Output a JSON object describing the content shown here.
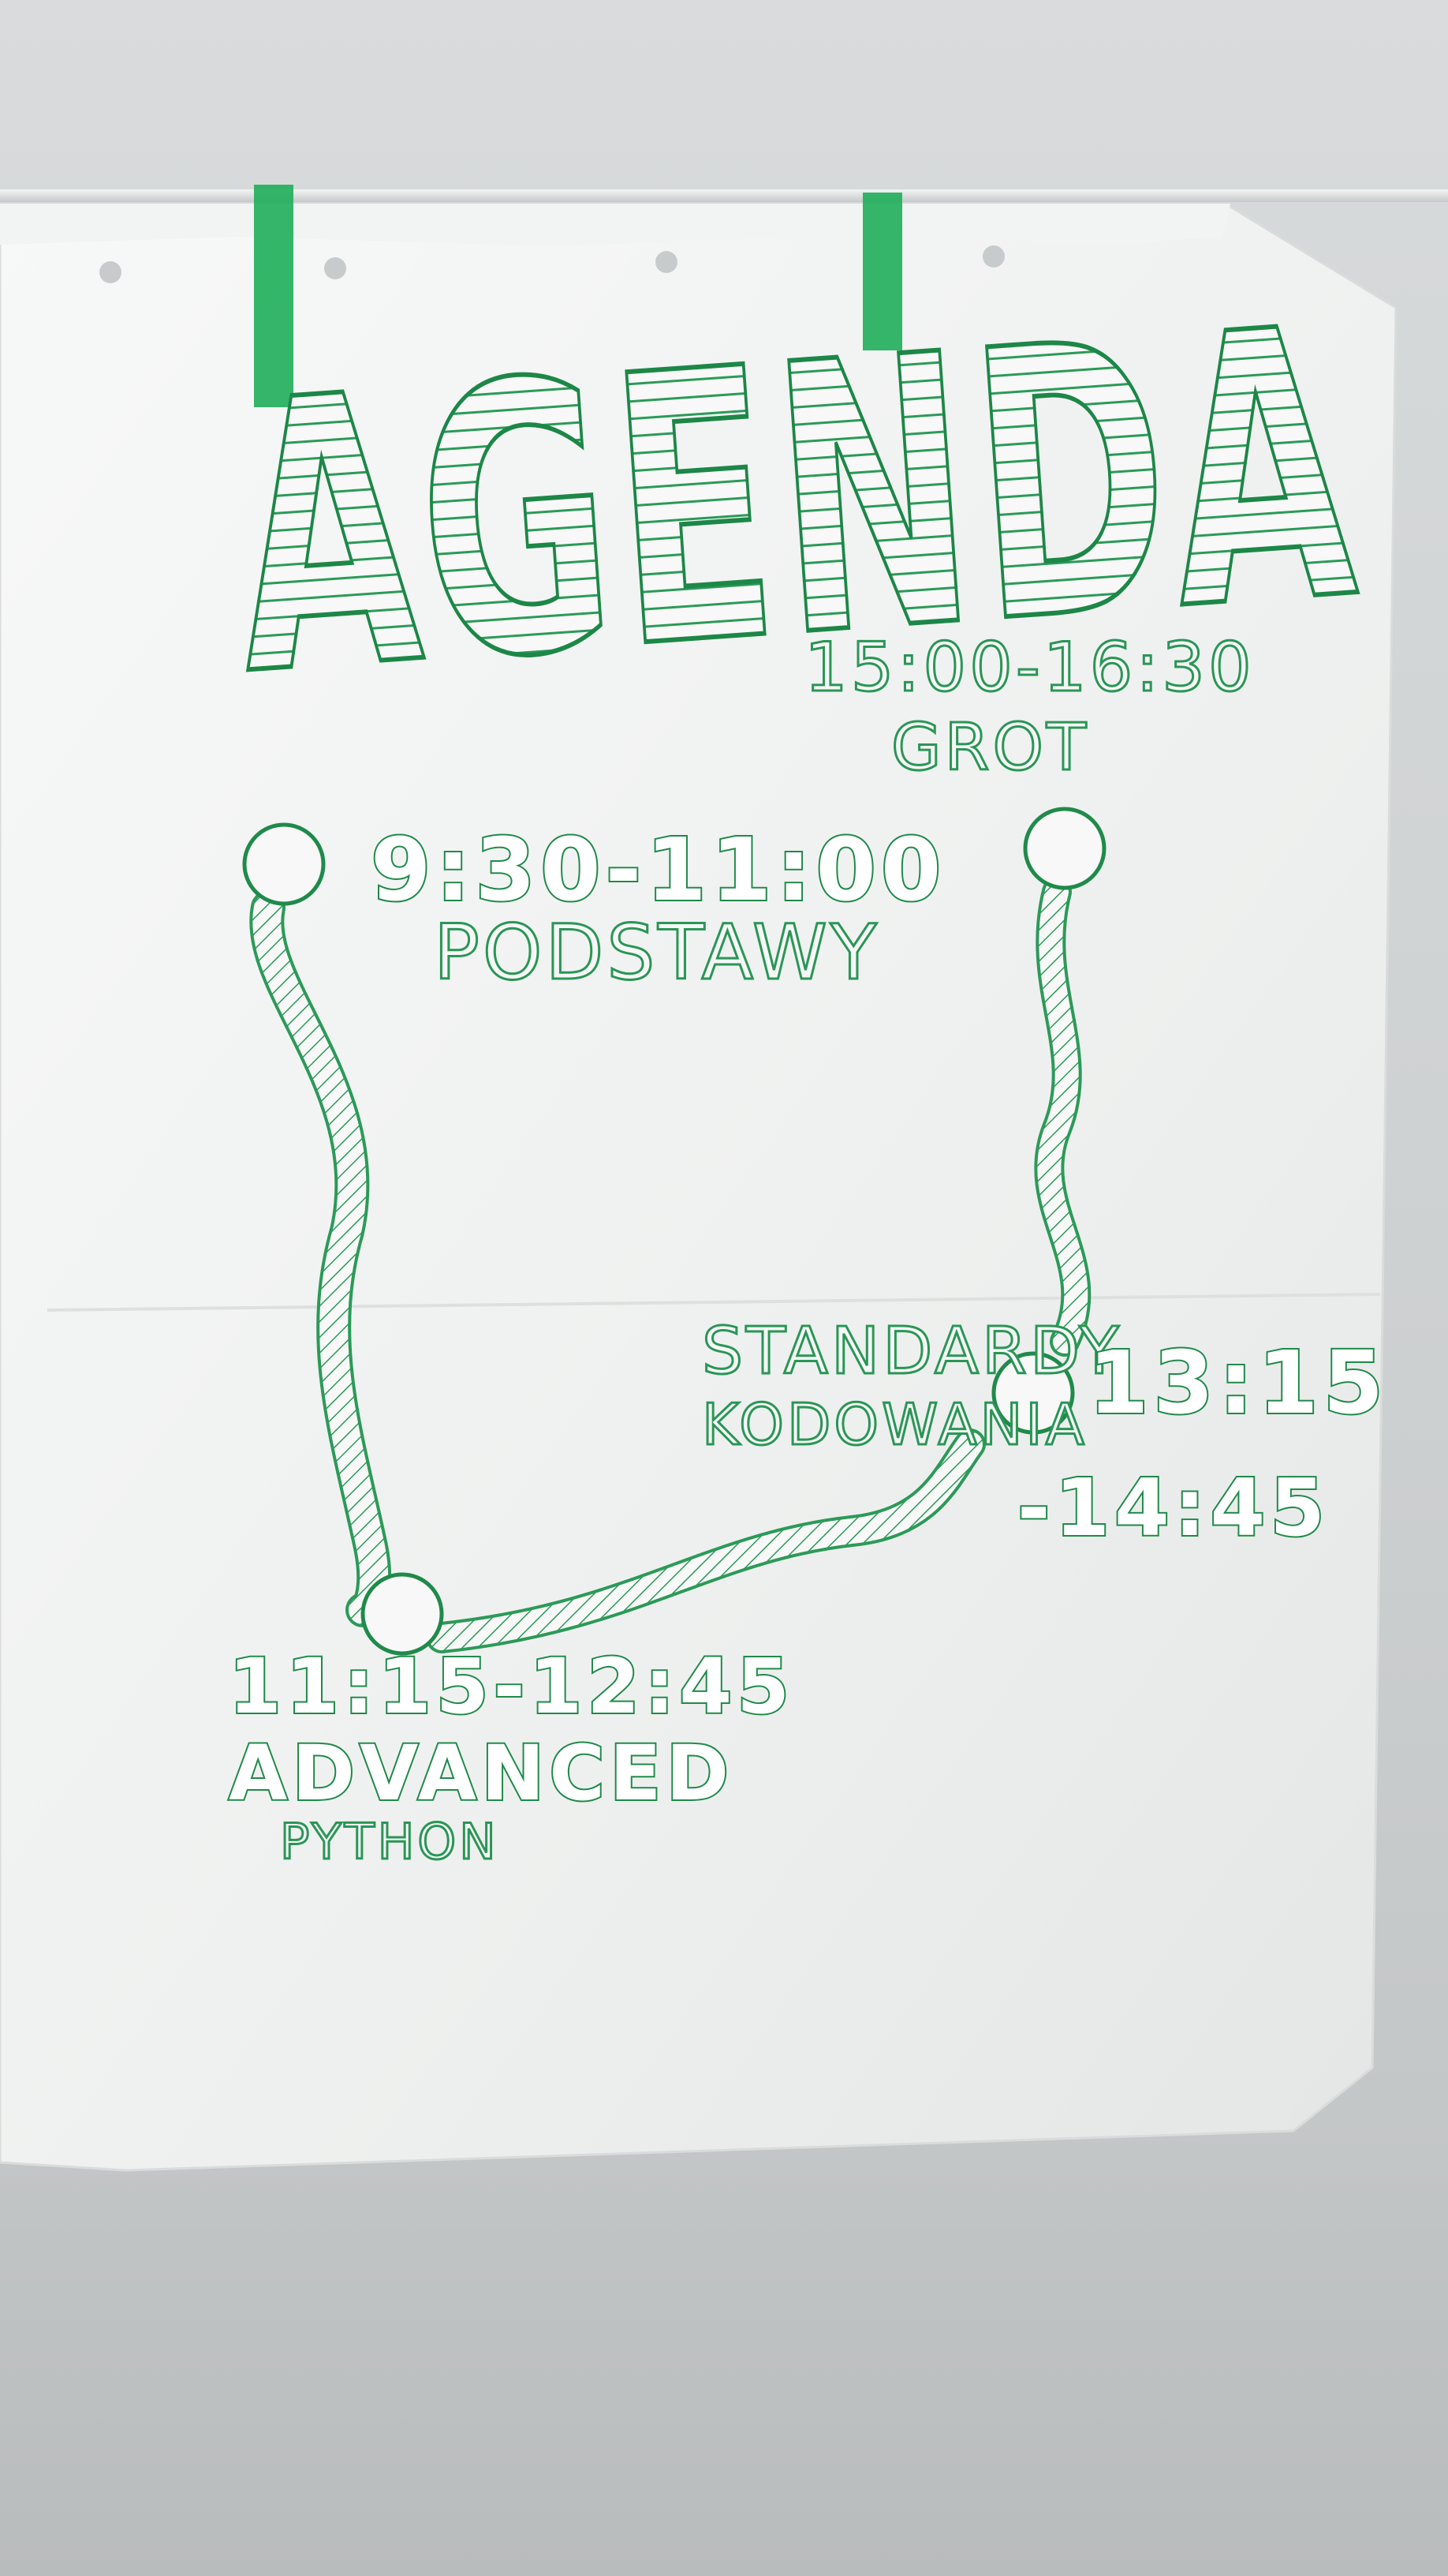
{
  "flipchart": {
    "title": "AGENDA",
    "sessions": [
      {
        "time": "9:30-11:00",
        "label": "PODSTAWY"
      },
      {
        "time": "11:15-12:45",
        "label": "ADVANCED",
        "label2": "PYTHON"
      },
      {
        "time": "13:15",
        "time2": "-14:45",
        "label": "STANDARDY",
        "label2": "KODOWANIA"
      },
      {
        "time": "15:00-16:30",
        "label": "GROT"
      }
    ]
  },
  "colors": {
    "marker_green": "#1f8a4a",
    "tape_green": "#1fae5a",
    "paper": "#f4f5f4"
  }
}
